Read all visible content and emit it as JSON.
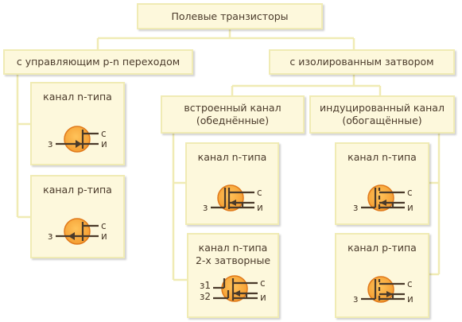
{
  "root": {
    "label": "Полевые транзисторы"
  },
  "branches": {
    "pn": {
      "label": "с управляющим p-n переходом"
    },
    "insulated": {
      "label": "с изолированным затвором"
    },
    "built_in": {
      "label": "встроенный канал\n(обеднённые)"
    },
    "induced": {
      "label": "индуцированный канал\n(обогащённые)"
    }
  },
  "leaves": {
    "pn_n": {
      "label": "канал n-типа",
      "pins": {
        "g": "з",
        "d": "с",
        "s": "и"
      }
    },
    "pn_p": {
      "label": "канал p-типа",
      "pins": {
        "g": "з",
        "d": "с",
        "s": "и"
      }
    },
    "dep_n": {
      "label": "канал n-типа",
      "pins": {
        "g": "з",
        "d": "с",
        "s": "и"
      }
    },
    "dep_dual": {
      "label": "канал n-типа\n2-х затворные",
      "pins": {
        "g1": "з1",
        "g2": "з2",
        "d": "с",
        "s": "и"
      }
    },
    "enh_n": {
      "label": "канал n-типа",
      "pins": {
        "g": "з",
        "d": "с",
        "s": "и"
      }
    },
    "enh_p": {
      "label": "канал p-типа",
      "pins": {
        "g": "з",
        "d": "с",
        "s": "и"
      }
    }
  },
  "colors": {
    "box_fill": "#fdf8dc",
    "box_border": "#f0ebb4",
    "connector": "#f0ebb4",
    "symbol_fill": "#f7a53a",
    "symbol_stroke": "#e07a1c",
    "wire": "#4a3a2a",
    "text": "#4a3a2a"
  }
}
